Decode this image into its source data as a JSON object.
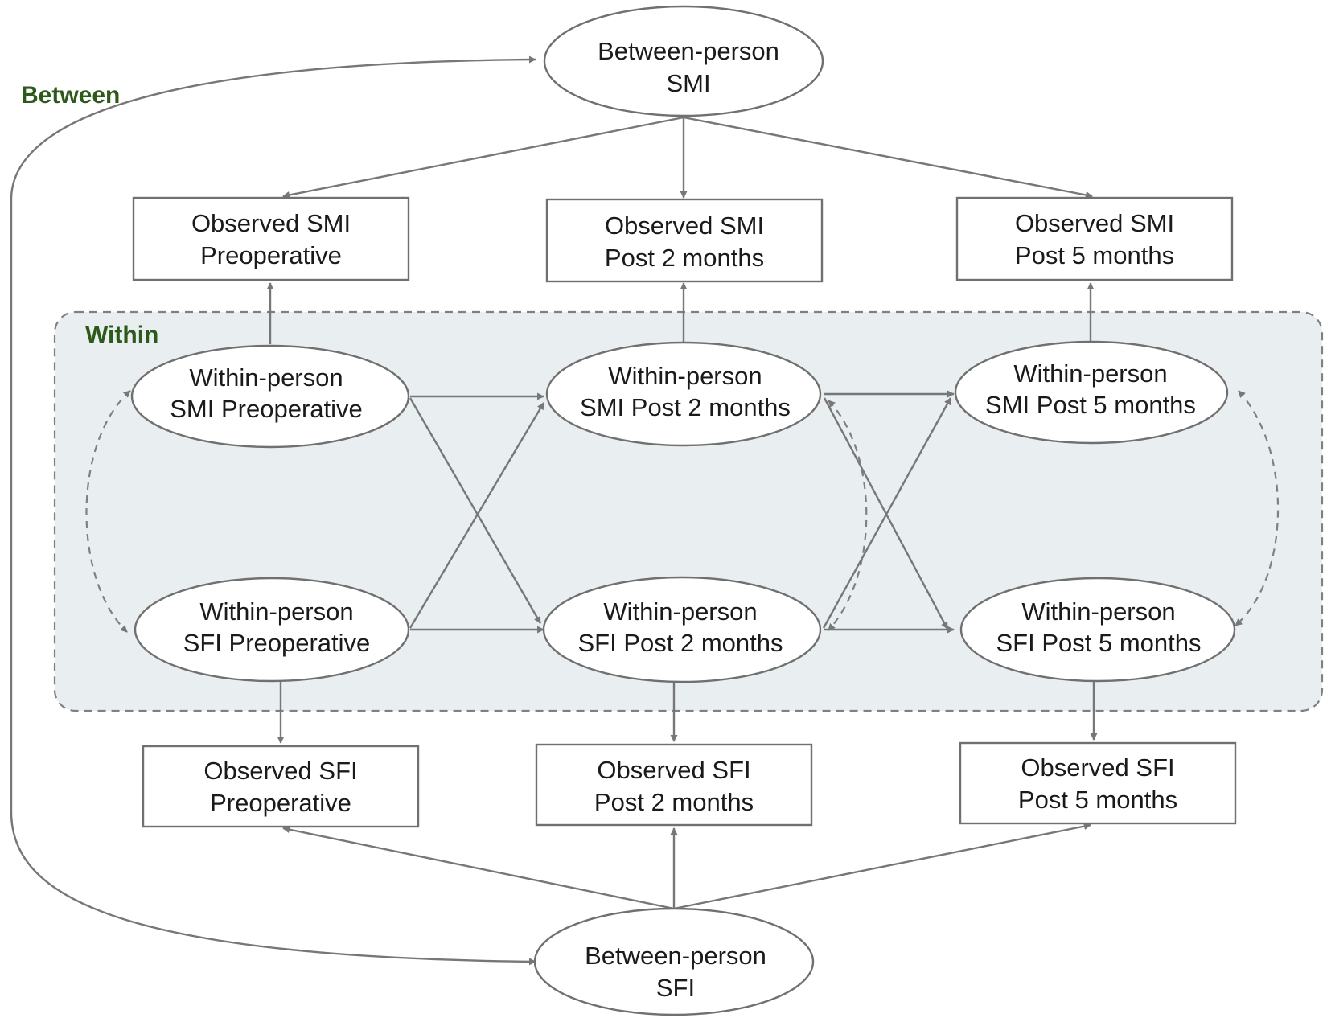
{
  "regions": {
    "between": "Between",
    "within": "Within"
  },
  "nodes": {
    "between_smi": [
      "Between-person",
      "SMI"
    ],
    "between_sfi": [
      "Between-person",
      "SFI"
    ],
    "obs_smi_pre": [
      "Observed SMI",
      "Preoperative"
    ],
    "obs_smi_2": [
      "Observed SMI",
      "Post 2 months"
    ],
    "obs_smi_5": [
      "Observed SMI",
      "Post 5 months"
    ],
    "obs_sfi_pre": [
      "Observed SFI",
      "Preoperative"
    ],
    "obs_sfi_2": [
      "Observed SFI",
      "Post 2 months"
    ],
    "obs_sfi_5": [
      "Observed SFI",
      "Post 5 months"
    ],
    "w_smi_pre": [
      "Within-person",
      "SMI Preoperative"
    ],
    "w_smi_2": [
      "Within-person",
      "SMI Post 2 months"
    ],
    "w_smi_5": [
      "Within-person",
      "SMI Post 5 months"
    ],
    "w_sfi_pre": [
      "Within-person",
      "SFI Preoperative"
    ],
    "w_sfi_2": [
      "Within-person",
      "SFI Post 2 months"
    ],
    "w_sfi_5": [
      "Within-person",
      "SFI Post 5 months"
    ]
  },
  "colors": {
    "edge": "#777777",
    "region_fill": "#e9eef0",
    "region_label": "#2d5a1b"
  }
}
